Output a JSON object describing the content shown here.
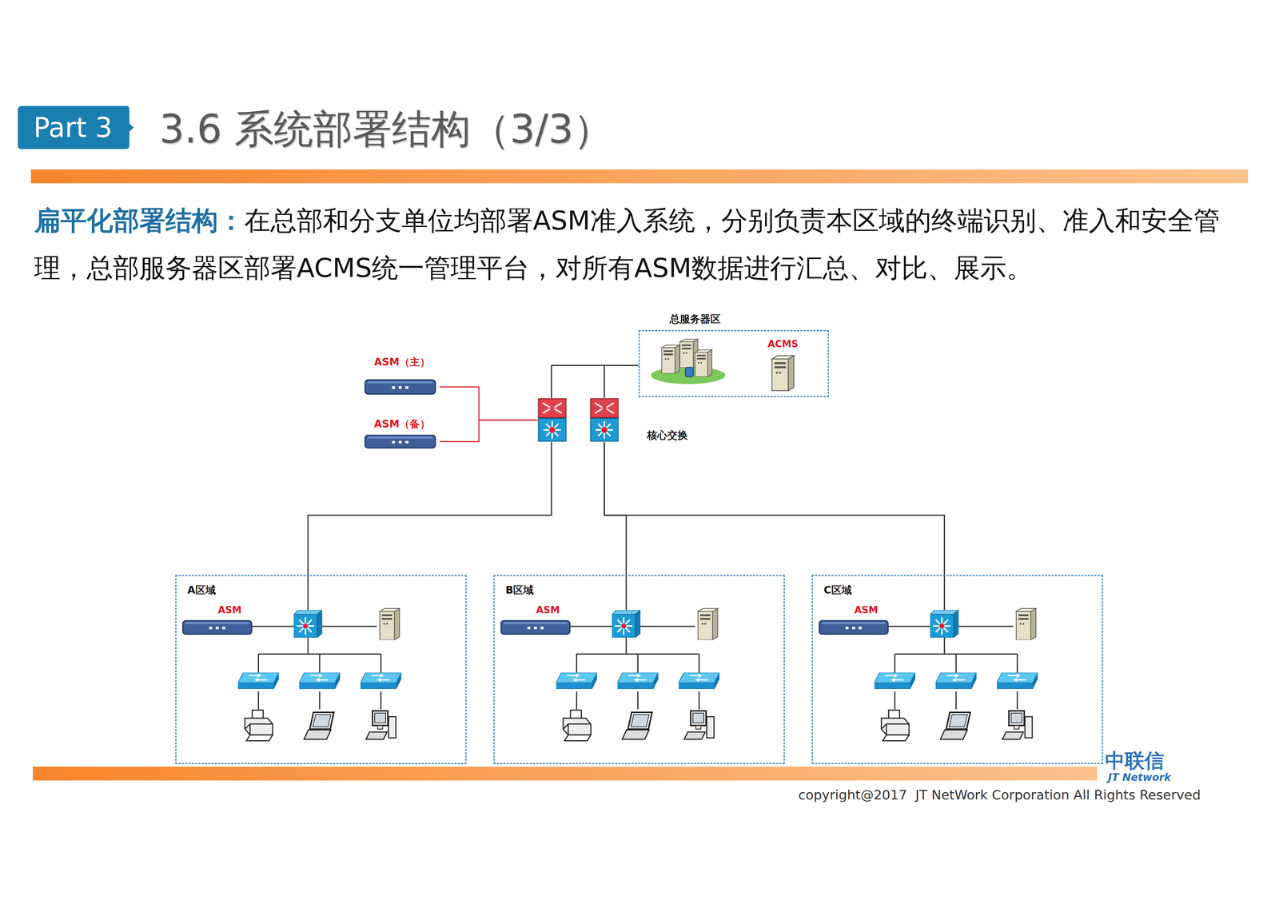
{
  "diagram": {
    "title": "3.6 系统部署结构（3/3）",
    "nodes": [
      {
        "text": [
          "Part 3"
        ]
      },
      {
        "text": [
          "总服务器区"
        ]
      },
      {
        "text": [
          "ACMS"
        ],
        "in": 1
      },
      {
        "text": [
          "ASM（主）"
        ]
      },
      {
        "text": [
          "ASM（备）"
        ]
      },
      {
        "text": [
          "核心交换"
        ]
      },
      {
        "text": [
          "A区域"
        ]
      },
      {
        "text": [
          "ASM"
        ],
        "in": 6
      },
      {
        "text": [
          "B区域"
        ]
      },
      {
        "text": [
          "ASM"
        ],
        "in": 8
      },
      {
        "text": [
          "C区域"
        ]
      },
      {
        "text": [
          "ASM"
        ],
        "in": 10
      }
    ],
    "edges": [
      {
        "from": 3,
        "to": 5,
        "arrow": "none"
      },
      {
        "from": 4,
        "to": 5,
        "arrow": "none"
      },
      {
        "from": 5,
        "to": 1,
        "arrow": "none"
      },
      {
        "from": 5,
        "to": 6,
        "arrow": "none"
      },
      {
        "from": 5,
        "to": 8,
        "arrow": "none"
      },
      {
        "from": 5,
        "to": 10,
        "arrow": "none"
      }
    ],
    "labels": [
      "扁平化部署结构：",
      "在总部和分支单位均部署ASM准入系统，分别负责本区域的终端识别、准入和安全管理，总部服务器区部署ACMS统一管理平台，对所有ASM数据进行汇总、对比、展示。",
      "中联信",
      "JT Network",
      "copyright@2017  JT NetWork Corporation All Rights Reserved"
    ]
  }
}
